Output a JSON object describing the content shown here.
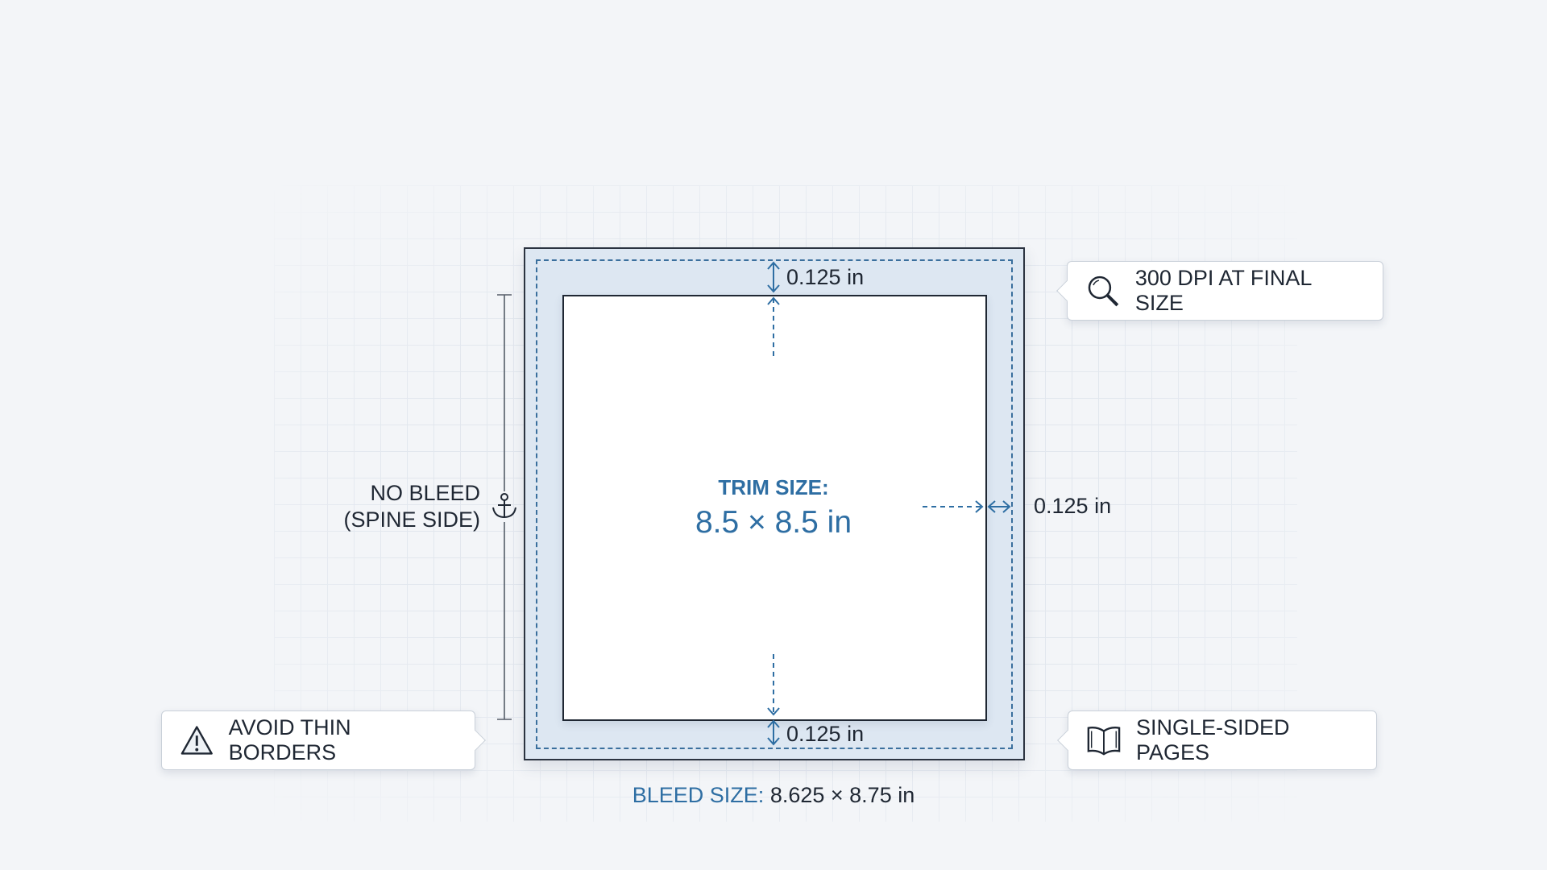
{
  "diagram": {
    "top_margin": "0.125 in",
    "bottom_margin": "0.125 in",
    "right_margin": "0.125 in",
    "trim_label": "TRIM SIZE:",
    "trim_value": "8.5 × 8.5 in",
    "no_bleed_line1": "NO BLEED",
    "no_bleed_line2": "(SPINE SIDE)",
    "bleed_label": "BLEED SIZE:",
    "bleed_value": "8.625 × 8.75 in"
  },
  "callouts": {
    "dpi": {
      "label": "300 DPI AT FINAL SIZE",
      "icon": "magnifier-icon"
    },
    "pages": {
      "label": "SINGLE-SIDED PAGES",
      "icon": "open-book-icon"
    },
    "borders": {
      "label": "AVOID THIN BORDERS",
      "icon": "warning-icon"
    }
  },
  "colors": {
    "accent": "#2e6ea3",
    "bleed_area": "#dde7f2",
    "line": "#1f2733"
  }
}
